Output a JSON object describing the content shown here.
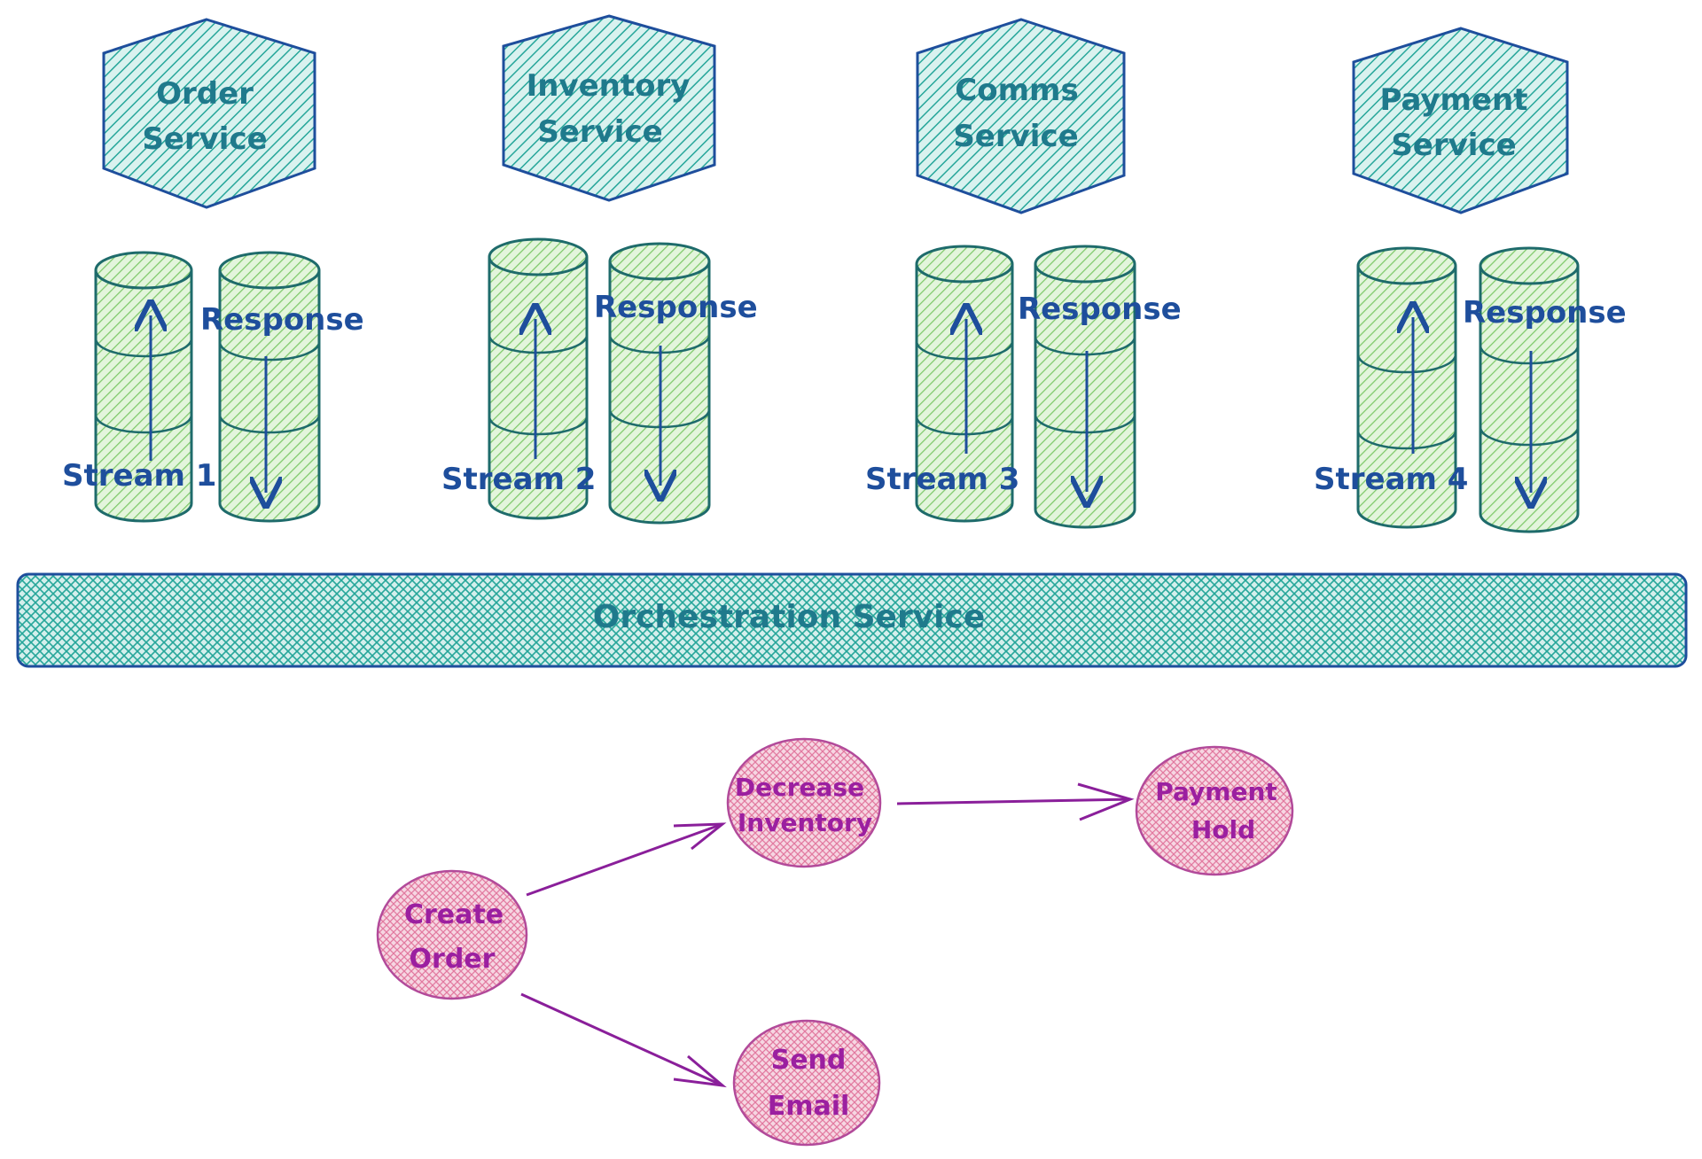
{
  "services": [
    {
      "line1": "Order",
      "line2": "Service"
    },
    {
      "line1": "Inventory",
      "line2": "Service"
    },
    {
      "line1": "Comms",
      "line2": "Service"
    },
    {
      "line1": "Payment",
      "line2": "Service"
    }
  ],
  "streams": [
    {
      "stream_label": "Stream 1",
      "response_label": "Response"
    },
    {
      "stream_label": "Stream 2",
      "response_label": "Response"
    },
    {
      "stream_label": "Stream 3",
      "response_label": "Response"
    },
    {
      "stream_label": "Stream 4",
      "response_label": "Response"
    }
  ],
  "orchestration": {
    "label": "Orchestration Service"
  },
  "workflow": {
    "create_order": {
      "line1": "Create",
      "line2": "Order"
    },
    "decrease_inventory": {
      "line1": "Decrease",
      "line2": "Inventory"
    },
    "payment_hold": {
      "line1": "Payment",
      "line2": "Hold"
    },
    "send_email": {
      "line1": "Send",
      "line2": "Email"
    }
  },
  "colors": {
    "service_stroke": "#1e4e9c",
    "service_fill": "#26a69a",
    "cylinder_fill": "#7ec96a",
    "cylinder_stroke": "#1e6b6b",
    "orchestration_fill": "#26a69a",
    "node_fill": "#e27aa0",
    "node_stroke": "#b24a9a",
    "workflow_arrow": "#8a1f9a",
    "text_blue": "#1e4e9c"
  }
}
